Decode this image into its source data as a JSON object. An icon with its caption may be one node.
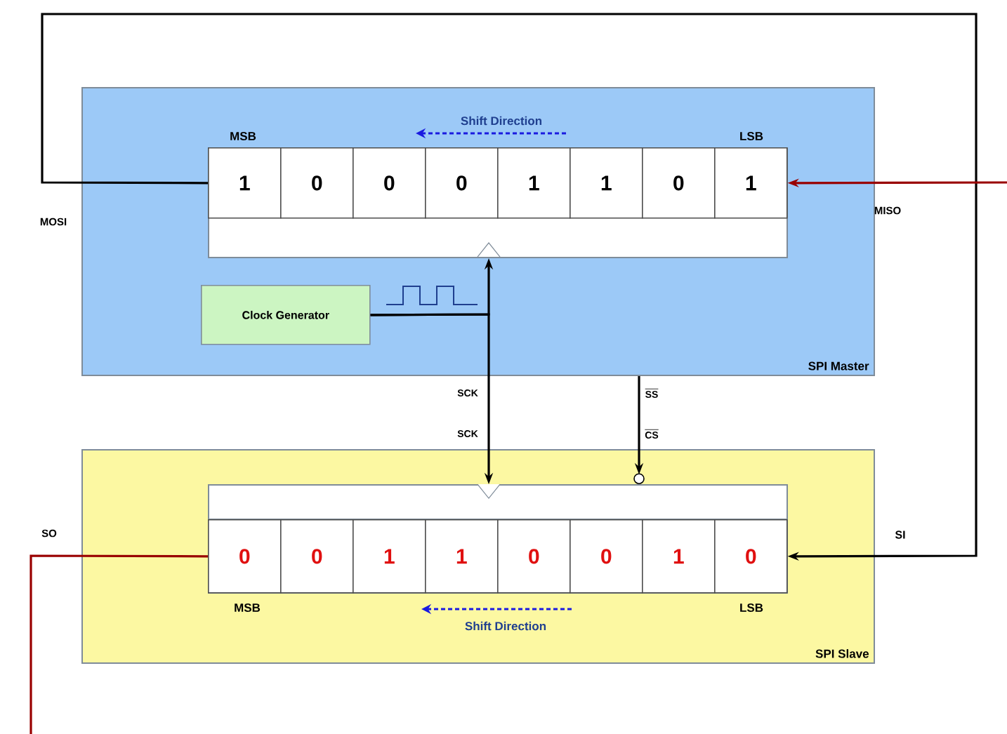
{
  "diagram": {
    "nodes": [
      {
        "text": [
          "SPI Master"
        ]
      },
      {
        "text": [],
        "shape": "box",
        "in": 0
      },
      {
        "text": [
          "1"
        ],
        "in": 1
      },
      {
        "text": [
          "0"
        ],
        "in": 1
      },
      {
        "text": [
          "0"
        ],
        "in": 1
      },
      {
        "text": [
          "0"
        ],
        "in": 1
      },
      {
        "text": [
          "1"
        ],
        "in": 1
      },
      {
        "text": [
          "1"
        ],
        "in": 1
      },
      {
        "text": [
          "0"
        ],
        "in": 1
      },
      {
        "text": [
          "1"
        ],
        "in": 1
      },
      {
        "text": [
          "Clock Generator"
        ],
        "in": 0
      },
      {
        "text": [
          "SPI Slave"
        ]
      },
      {
        "text": [],
        "shape": "box",
        "in": 11
      },
      {
        "text": [
          "0"
        ],
        "in": 12
      },
      {
        "text": [
          "0"
        ],
        "in": 12
      },
      {
        "text": [
          "1"
        ],
        "in": 12
      },
      {
        "text": [
          "1"
        ],
        "in": 12
      },
      {
        "text": [
          "0"
        ],
        "in": 12
      },
      {
        "text": [
          "0"
        ],
        "in": 12
      },
      {
        "text": [
          "1"
        ],
        "in": 12
      },
      {
        "text": [
          "0"
        ],
        "in": 12
      }
    ],
    "edges": [
      {
        "from": 2,
        "to": 20,
        "arrow": "to"
      },
      {
        "from": null,
        "to": 9,
        "arrow": "to",
        "color": "#990000"
      },
      {
        "from": 13,
        "to": null,
        "arrow": "none",
        "color": "#990000"
      },
      {
        "from": 10,
        "to": 1,
        "arrow": "to"
      },
      {
        "from": 10,
        "to": 12,
        "arrow": "to"
      },
      {
        "from": 0,
        "to": 12,
        "arrow": "to"
      }
    ],
    "labels": [
      "MSB",
      "Shift Direction",
      "LSB",
      "MOSI",
      "MISO",
      "SCK",
      "SCK",
      "SS",
      "CS",
      "SO",
      "SI",
      "MSB",
      "LSB",
      "Shift Direction"
    ]
  }
}
